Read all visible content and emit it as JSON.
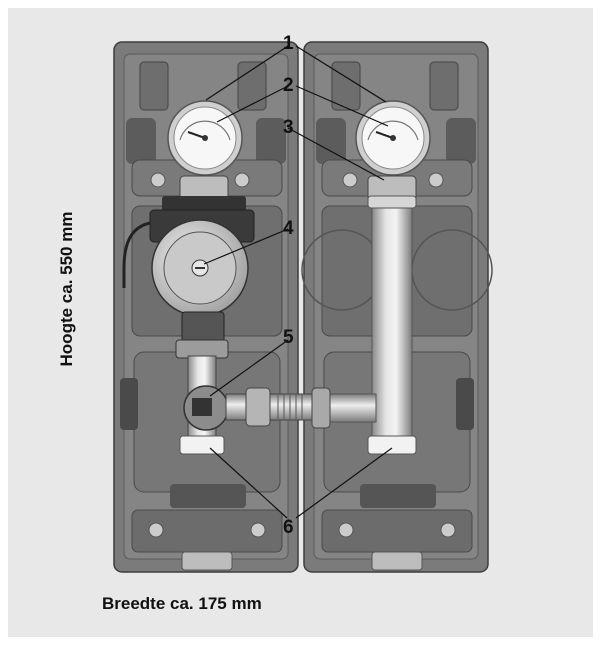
{
  "labels": {
    "height": "Hoogte ca. 550 mm",
    "width": "Breedte ca. 175 mm"
  },
  "callouts": [
    "1",
    "2",
    "3",
    "4",
    "5",
    "6"
  ],
  "colors": {
    "background": "#e8e8e8",
    "housing": "#7a7a7a",
    "housing_dark": "#4a4a4a",
    "steel": "#c8c8c8",
    "pump_head": "#d9d9d9"
  }
}
